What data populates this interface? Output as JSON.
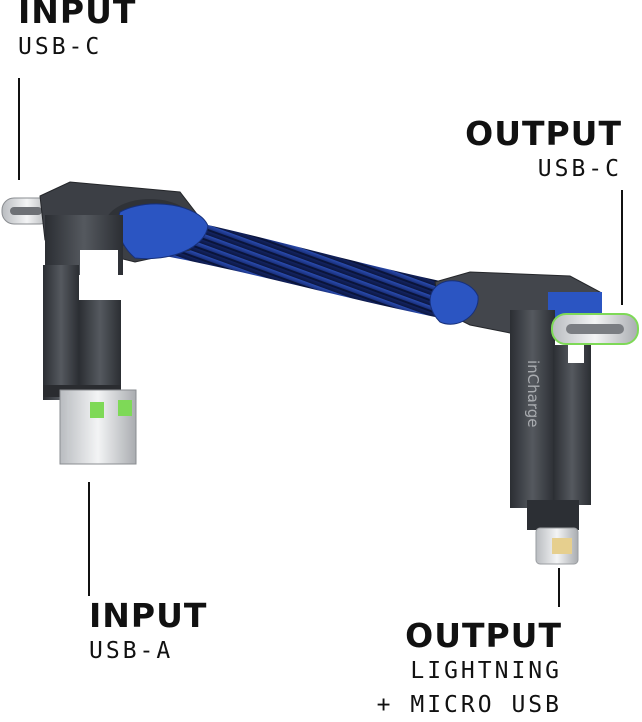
{
  "callouts": {
    "input_usbc": {
      "heading": "INPUT",
      "sub": "USB-C"
    },
    "output_usbc": {
      "heading": "OUTPUT",
      "sub": "USB-C"
    },
    "input_usba": {
      "heading": "INPUT",
      "sub": "USB-A"
    },
    "output_lightning": {
      "heading": "OUTPUT",
      "sub": "LIGHTNING",
      "sub2": "+ MICRO USB"
    }
  },
  "product": {
    "brand": "inCharge"
  },
  "colors": {
    "metal": "#3a3d42",
    "metal_light": "#5a5e64",
    "braid": "#1f3a8f",
    "green_accent": "#7ed957"
  }
}
